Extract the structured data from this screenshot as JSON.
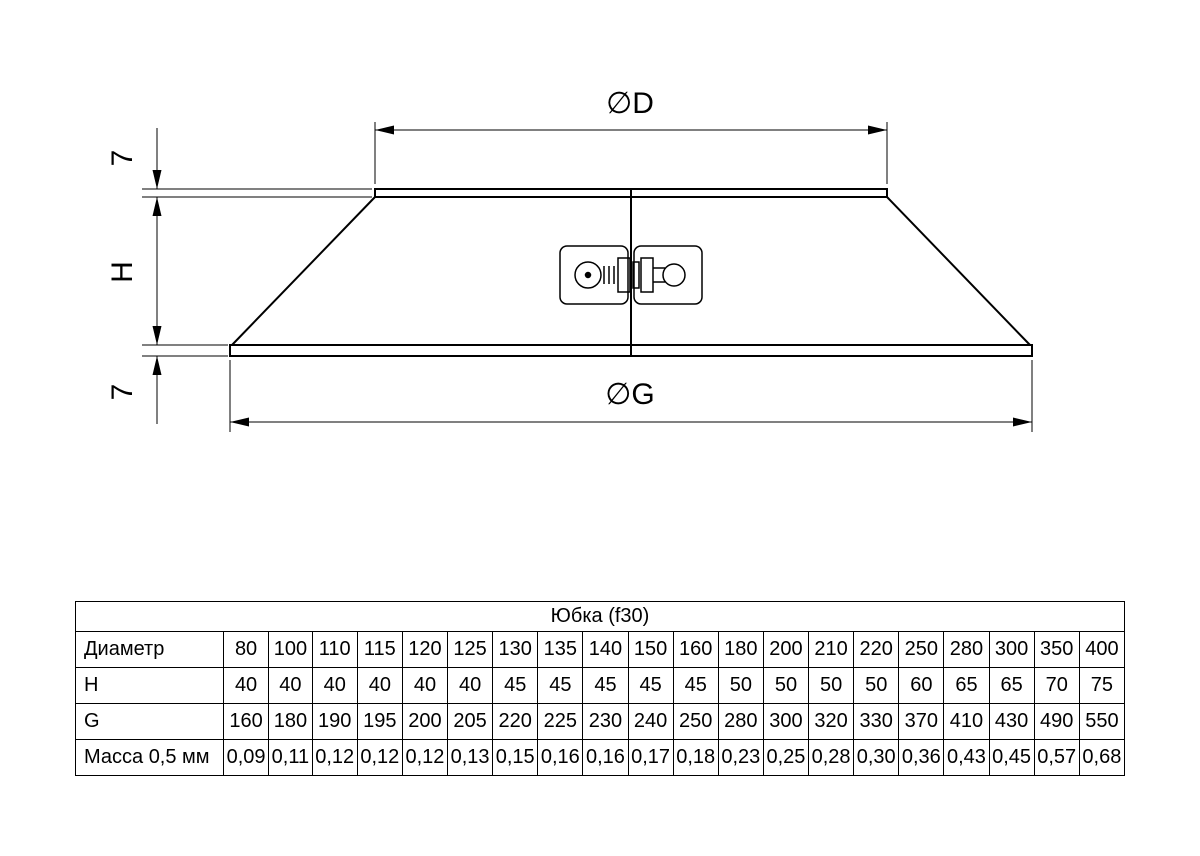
{
  "drawing": {
    "dim_top_diameter": "∅D",
    "dim_bottom_diameter": "∅G",
    "dim_height": "H",
    "dim_lip_top": "7",
    "dim_lip_bottom": "7"
  },
  "table": {
    "title": "Юбка (f30)",
    "rows": [
      {
        "label": "Диаметр",
        "values": [
          "80",
          "100",
          "110",
          "115",
          "120",
          "125",
          "130",
          "135",
          "140",
          "150",
          "160",
          "180",
          "200",
          "210",
          "220",
          "250",
          "280",
          "300",
          "350",
          "400"
        ]
      },
      {
        "label": "H",
        "values": [
          "40",
          "40",
          "40",
          "40",
          "40",
          "40",
          "45",
          "45",
          "45",
          "45",
          "45",
          "50",
          "50",
          "50",
          "50",
          "60",
          "65",
          "65",
          "70",
          "75"
        ]
      },
      {
        "label": "G",
        "values": [
          "160",
          "180",
          "190",
          "195",
          "200",
          "205",
          "220",
          "225",
          "230",
          "240",
          "250",
          "280",
          "300",
          "320",
          "330",
          "370",
          "410",
          "430",
          "490",
          "550"
        ]
      },
      {
        "label": "Масса 0,5 мм",
        "values": [
          "0,09",
          "0,11",
          "0,12",
          "0,12",
          "0,12",
          "0,13",
          "0,15",
          "0,16",
          "0,16",
          "0,17",
          "0,18",
          "0,23",
          "0,25",
          "0,28",
          "0,30",
          "0,36",
          "0,43",
          "0,45",
          "0,57",
          "0,68"
        ]
      }
    ]
  },
  "colors": {
    "line": "#000000",
    "background": "#ffffff"
  }
}
